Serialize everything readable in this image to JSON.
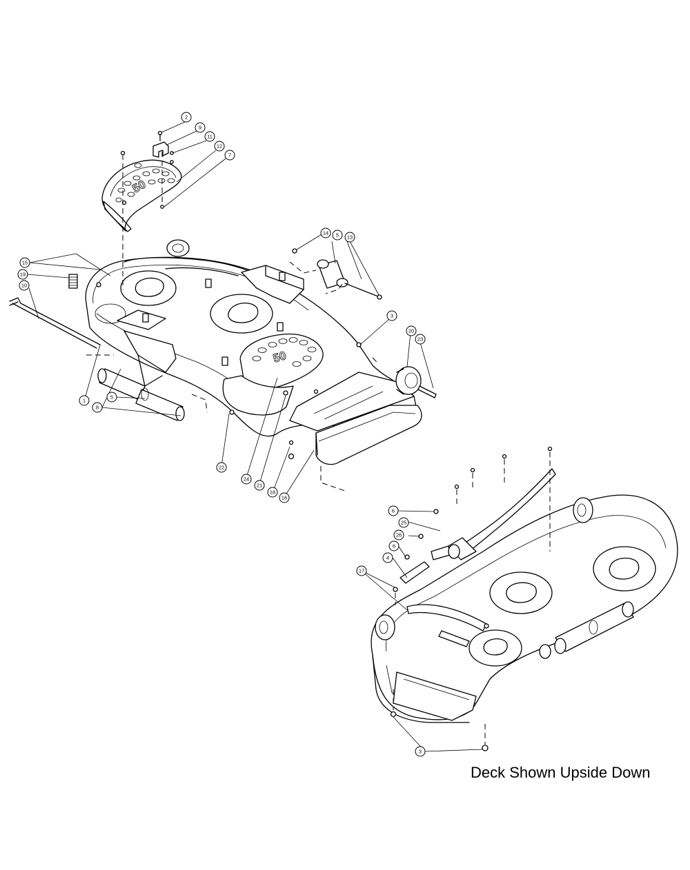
{
  "caption": "Deck Shown Upside Down",
  "deck_marking": "50",
  "callouts": [
    {
      "id": "c2",
      "label": "2"
    },
    {
      "id": "c9",
      "label": "9"
    },
    {
      "id": "c11",
      "label": "11"
    },
    {
      "id": "c12",
      "label": "12"
    },
    {
      "id": "c7",
      "label": "7"
    },
    {
      "id": "c14",
      "label": "14"
    },
    {
      "id": "c5a",
      "label": "5"
    },
    {
      "id": "c13",
      "label": "13"
    },
    {
      "id": "c15",
      "label": "15"
    },
    {
      "id": "c19",
      "label": "19"
    },
    {
      "id": "c10",
      "label": "10"
    },
    {
      "id": "c3a",
      "label": "3"
    },
    {
      "id": "c20",
      "label": "20"
    },
    {
      "id": "c23",
      "label": "23"
    },
    {
      "id": "c1",
      "label": "1"
    },
    {
      "id": "c5b",
      "label": "5"
    },
    {
      "id": "c8",
      "label": "8"
    },
    {
      "id": "c22",
      "label": "22"
    },
    {
      "id": "c24",
      "label": "24"
    },
    {
      "id": "c21",
      "label": "21"
    },
    {
      "id": "c18",
      "label": "18"
    },
    {
      "id": "c16",
      "label": "16"
    },
    {
      "id": "c6a",
      "label": "6"
    },
    {
      "id": "c25",
      "label": "25"
    },
    {
      "id": "c26",
      "label": "26"
    },
    {
      "id": "c6b",
      "label": "6"
    },
    {
      "id": "c4",
      "label": "4"
    },
    {
      "id": "c17",
      "label": "17"
    },
    {
      "id": "c3b",
      "label": "3"
    }
  ]
}
